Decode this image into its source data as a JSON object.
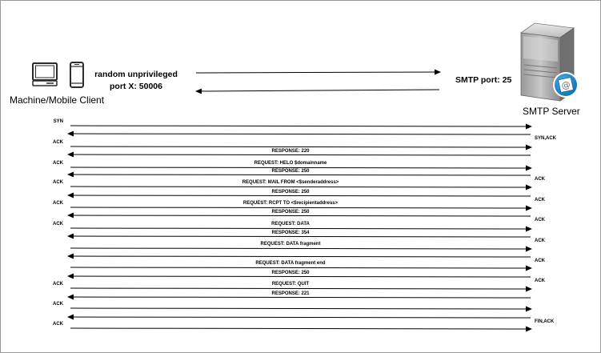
{
  "client": {
    "label": "Machine/Mobile Client",
    "port_line1": "random unprivileged",
    "port_line2": "port X:  50006"
  },
  "server": {
    "label": "SMTP Server",
    "port": "SMTP port: 25"
  },
  "messages": [
    {
      "text": "SYN",
      "dir": "c2s",
      "side": "left"
    },
    {
      "text": "SYN,ACK",
      "dir": "s2c",
      "side": "right"
    },
    {
      "text": "ACK",
      "dir": "c2s",
      "side": "left"
    },
    {
      "text": "RESPONSE: 220",
      "dir": "s2c",
      "side": "center"
    },
    {
      "text": "REQUEST: HELO $domainname",
      "dir": "c2s",
      "side": "center"
    },
    {
      "text": "ACK",
      "dir": "c2s",
      "side": "left"
    },
    {
      "text": "RESPONSE: 250",
      "dir": "s2c",
      "side": "center"
    },
    {
      "text": "ACK",
      "dir": "s2c",
      "side": "right"
    },
    {
      "text": "REQUEST: MAIL FROM <$senderaddress>",
      "dir": "c2s",
      "side": "center"
    },
    {
      "text": "ACK",
      "dir": "c2s",
      "side": "left"
    },
    {
      "text": "RESPONSE: 250",
      "dir": "s2c",
      "side": "center"
    },
    {
      "text": "ACK",
      "dir": "s2c",
      "side": "right"
    },
    {
      "text": "REQUEST: RCPT TO <$recipientaddress>",
      "dir": "c2s",
      "side": "center"
    },
    {
      "text": "ACK",
      "dir": "c2s",
      "side": "left"
    },
    {
      "text": "RESPONSE: 250",
      "dir": "s2c",
      "side": "center"
    },
    {
      "text": "ACK",
      "dir": "s2c",
      "side": "right"
    },
    {
      "text": "REQUEST: DATA",
      "dir": "c2s",
      "side": "center"
    },
    {
      "text": "ACK",
      "dir": "c2s",
      "side": "left"
    },
    {
      "text": "RESPONSE:  354",
      "dir": "s2c",
      "side": "center"
    },
    {
      "text": "ACK",
      "dir": "s2c",
      "side": "right"
    },
    {
      "text": "REQUEST: DATA  fragment",
      "dir": "c2s",
      "side": "center"
    },
    {
      "text": "ACK",
      "dir": "s2c",
      "side": "right"
    },
    {
      "text": "REQUEST: DATA  fragment  end",
      "dir": "c2s",
      "side": "center"
    },
    {
      "text": "RESPONSE: 250",
      "dir": "s2c",
      "side": "center"
    },
    {
      "text": "ACK",
      "dir": "s2c",
      "side": "right"
    },
    {
      "text": "REQUEST: QUIT",
      "dir": "c2s",
      "side": "center"
    },
    {
      "text": "ACK",
      "dir": "c2s",
      "side": "left"
    },
    {
      "text": "RESPONSE: 221",
      "dir": "s2c",
      "side": "center"
    },
    {
      "text": "ACK",
      "dir": "c2s",
      "side": "left"
    },
    {
      "text": "FIN,ACK",
      "dir": "s2c",
      "side": "right"
    },
    {
      "text": "ACK",
      "dir": "c2s",
      "side": "left"
    }
  ]
}
